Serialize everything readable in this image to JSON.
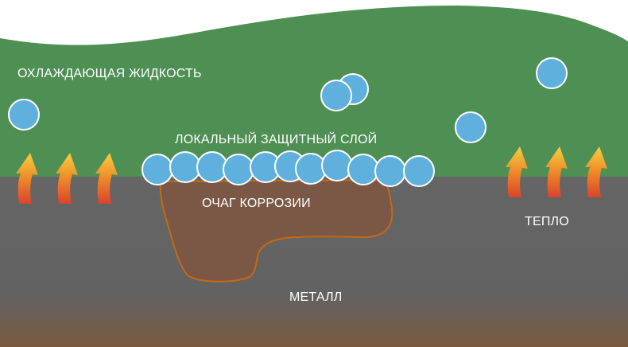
{
  "labels": {
    "coolant": "ОХЛАЖДАЮЩАЯ ЖИДКОСТЬ",
    "protective_layer": "ЛОКАЛЬНЫЙ ЗАЩИТНЫЙ СЛОЙ",
    "corrosion_site": "ОЧАГ КОРРОЗИИ",
    "heat": "ТЕПЛО",
    "metal": "МЕТАЛЛ"
  },
  "colors": {
    "background": "#ffffff",
    "coolant": "#4e8f53",
    "metal_top": "#656565",
    "metal_bottom": "#7a5a3e",
    "corrosion_fill": "#7b5846",
    "corrosion_outline": "#c26a16",
    "particle_fill": "#5fb0dc",
    "particle_stroke": "#ffffff",
    "heat_arrow_top": "#f4d03f",
    "heat_arrow_mid": "#ef8a2a",
    "heat_arrow_bottom": "#d9442a"
  },
  "icons": {
    "particle": "inhibitor-particle-icon",
    "heat_arrow": "heat-arrow-icon"
  }
}
